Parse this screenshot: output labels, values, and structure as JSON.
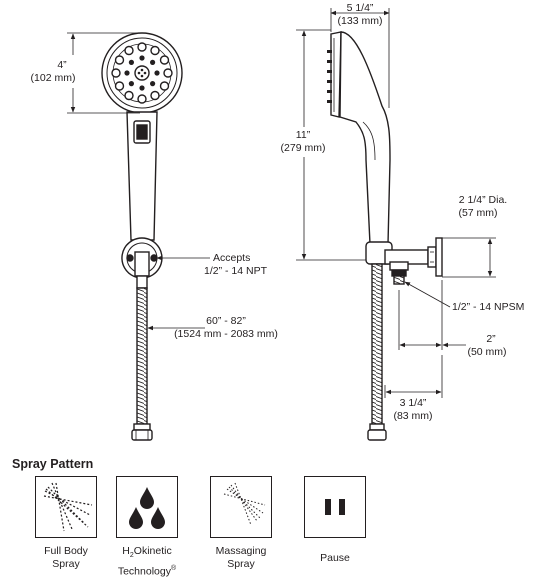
{
  "diagram": {
    "front_view": {
      "head_height": {
        "imperial": "4”",
        "metric": "(102 mm)"
      },
      "connection": {
        "line1": "Accepts",
        "line2": "1/2” - 14 NPT"
      },
      "hose_length": {
        "imperial": "60” - 82”",
        "metric": "(1524 mm - 2083 mm)"
      }
    },
    "side_view": {
      "head_depth": {
        "imperial": "5 1/4”",
        "metric": "(133 mm)"
      },
      "overall_height": {
        "imperial": "11”",
        "metric": "(279 mm)"
      },
      "flange_diameter": {
        "imperial": "2 1/4” Dia.",
        "metric": "(57 mm)"
      },
      "outlet_thread": "1/2” - 14 NPSM",
      "offset": {
        "imperial": "2”",
        "metric": "(50 mm)"
      },
      "projection": {
        "imperial": "3 1/4”",
        "metric": "(83 mm)"
      }
    }
  },
  "spray_pattern": {
    "title": "Spray Pattern",
    "items": [
      {
        "icon": "full-body-spray-icon",
        "line1": "Full Body",
        "line2": "Spray"
      },
      {
        "icon": "h2okinetic-drops-icon",
        "line1_pre": "H",
        "line1_sub": "2",
        "line1_post": "Okinetic",
        "line2": "Technology",
        "line2_sup": "®"
      },
      {
        "icon": "massaging-spray-icon",
        "line1": "Massaging",
        "line2": "Spray"
      },
      {
        "icon": "pause-icon",
        "line1": "Pause"
      }
    ]
  }
}
